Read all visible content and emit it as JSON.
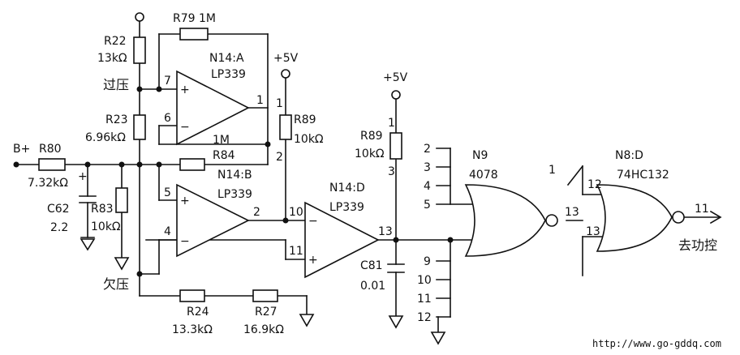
{
  "labels": {
    "r79": "R79 1M",
    "r22": "R22",
    "r22_val": "13kΩ",
    "n14a": "N14:A",
    "n14a_part": "LP339",
    "v5_a": "+5V",
    "overvolt": "过压",
    "r23": "R23",
    "r23_val": "6.96kΩ",
    "r89a": "R89",
    "r89a_val": "10kΩ",
    "r84_val": "1M",
    "r84": "R84",
    "n14b": "N14:B",
    "n14b_part": "LP339",
    "bplus": "B+",
    "r80": "R80",
    "r80_val": "7.32kΩ",
    "c62": "C62",
    "c62_val": "2.2",
    "r83": "R83",
    "r83_val": "10kΩ",
    "n14d": "N14:D",
    "n14d_part": "LP339",
    "v5_b": "+5V",
    "r89b": "R89",
    "r89b_val": "10kΩ",
    "n9": "N9",
    "n9_part": "4078",
    "n8d": "N8:D",
    "n8d_part": "74HC132",
    "c81": "C81",
    "c81_val": "0.01",
    "undervolt": "欠压",
    "r24": "R24",
    "r24_val": "13.3kΩ",
    "r27": "R27",
    "r27_val": "16.9kΩ",
    "output": "去功控",
    "url": "http://www.go-gddq.com"
  },
  "pins": {
    "a7": "7",
    "a6": "6",
    "a1": "1",
    "b5": "5",
    "b4": "4",
    "b2": "2",
    "d10": "10",
    "d11": "11",
    "d13": "13",
    "r89a_1": "1",
    "r89a_2": "2",
    "r89b_1": "1",
    "r89b_3": "3",
    "n9_2": "2",
    "n9_3": "3",
    "n9_4": "4",
    "n9_5": "5",
    "n9_9": "9",
    "n9_10": "10",
    "n9_11": "11",
    "n9_12": "12",
    "n9_1": "1",
    "n8_12": "12",
    "n8_13": "13",
    "n8_13b": "13",
    "n8_11": "11"
  }
}
